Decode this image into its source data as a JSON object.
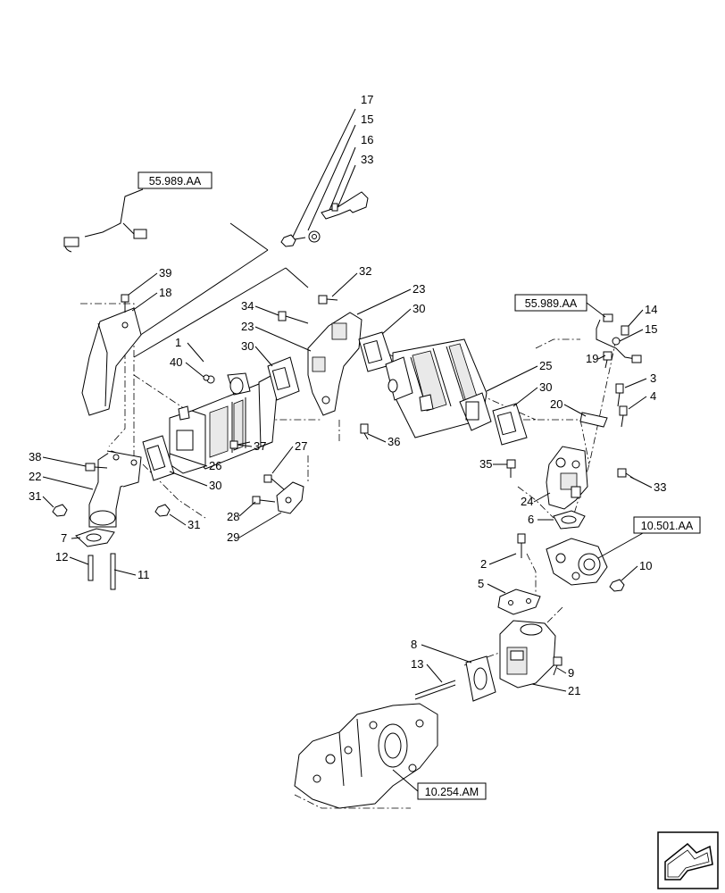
{
  "callouts": [
    "1",
    "2",
    "3",
    "4",
    "5",
    "6",
    "7",
    "8",
    "9",
    "10",
    "11",
    "12",
    "13",
    "14",
    "15",
    "15",
    "16",
    "17",
    "18",
    "19",
    "20",
    "21",
    "22",
    "23",
    "23",
    "24",
    "25",
    "26",
    "27",
    "28",
    "29",
    "30",
    "30",
    "30",
    "30",
    "31",
    "31",
    "32",
    "33",
    "33",
    "34",
    "35",
    "36",
    "37",
    "38",
    "39",
    "40"
  ],
  "references": [
    "55.989.AA",
    "55.989.AA",
    "10.501.AA",
    "10.254.AM"
  ],
  "nav_icon": "next-page-arrow-icon"
}
